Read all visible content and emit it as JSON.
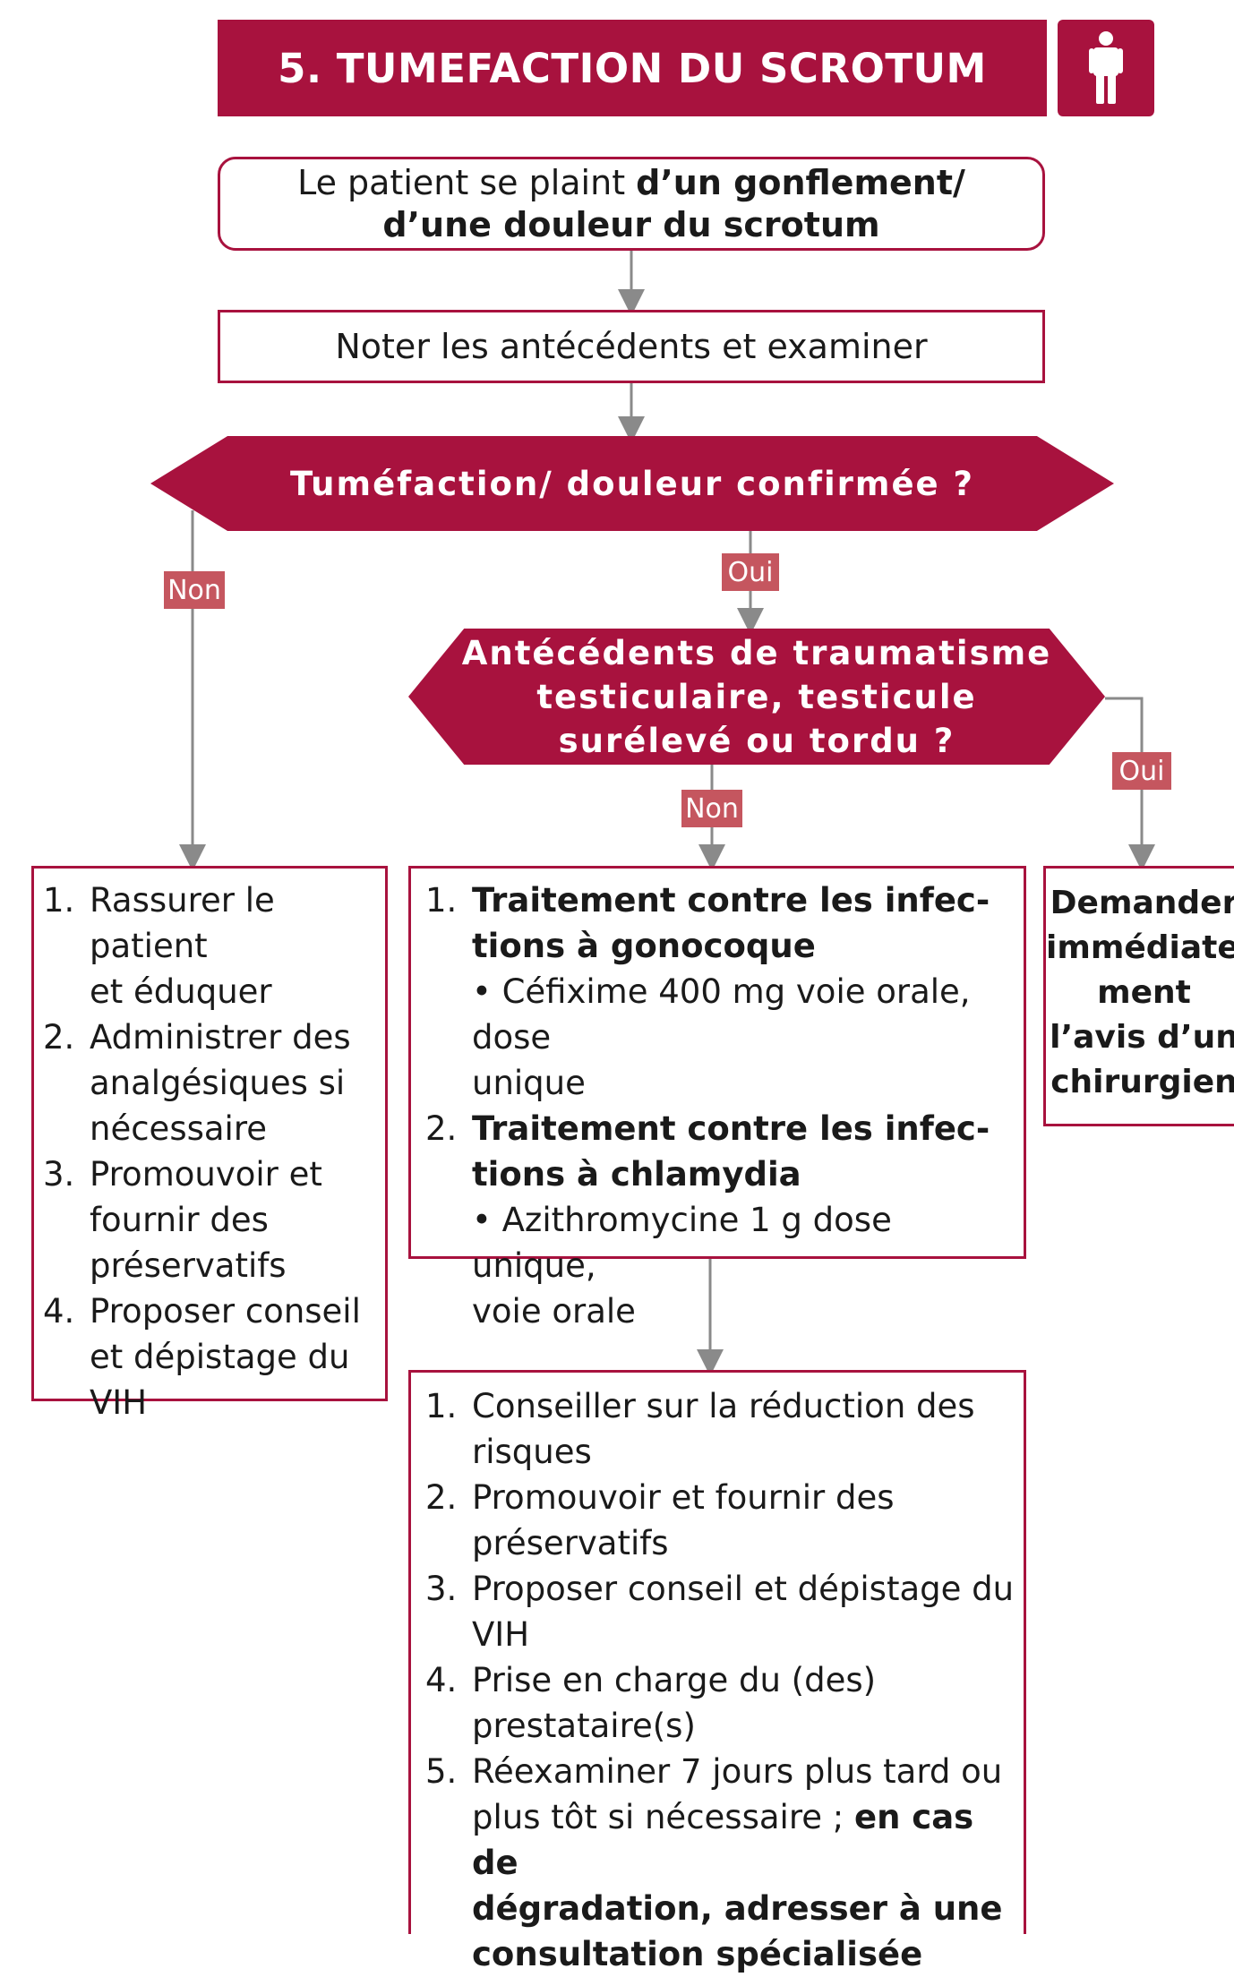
{
  "header": {
    "title": "5. TUMEFACTION DU SCROTUM",
    "icon": "male-person-icon"
  },
  "complaint": {
    "prefix": "Le patient se plaint ",
    "bold_line1": "d’un gonflement/",
    "bold_line2": "d’une douleur du scrotum"
  },
  "exam": {
    "label": "Noter les antécédents et examiner"
  },
  "decision1": {
    "label": "Tuméfaction/ douleur confirmée ?"
  },
  "decision2": {
    "line1": "Antécédents de traumatisme",
    "line2": "testiculaire, testicule",
    "line3": "surélevé ou tordu ?"
  },
  "tags": {
    "non_left": "Non",
    "oui_center": "Oui",
    "oui_right": "Oui",
    "non_center": "Non"
  },
  "left_box": {
    "items": [
      {
        "num": "1.",
        "line1": "Rassurer le patient",
        "line2": "et éduquer"
      },
      {
        "num": "2.",
        "line1": "Administrer des",
        "line2": "analgésiques si",
        "line3": "nécessaire"
      },
      {
        "num": "3.",
        "line1": "Promouvoir et",
        "line2": "fournir des",
        "line3": "préservatifs"
      },
      {
        "num": "4.",
        "line1": "Proposer conseil",
        "line2": "et dépistage du",
        "line3": "VIH"
      }
    ]
  },
  "middle_box": {
    "items": [
      {
        "num": "1.",
        "bold1": "Traitement contre les infec-",
        "bold2": "tions à gonocoque",
        "detail1": "• Céfixime 400 mg voie orale, dose",
        "detail2": "unique"
      },
      {
        "num": "2.",
        "bold1": "Traitement contre les infec-",
        "bold2": "tions à chlamydia",
        "detail1": "• Azithromycine 1 g dose unique,",
        "detail2": "voie orale"
      }
    ]
  },
  "right_box": {
    "line1": "Demander",
    "line2": "immédiate-",
    "line3": "ment",
    "line4": "l’avis d’un",
    "line5": "chirurgien"
  },
  "bottom_box": {
    "items": [
      {
        "num": "1.",
        "line1": "Conseiller sur la réduction des",
        "line2": "risques"
      },
      {
        "num": "2.",
        "line1": "Promouvoir et fournir des",
        "line2": "préservatifs"
      },
      {
        "num": "3.",
        "line1": "Proposer conseil et dépistage du",
        "line2": "VIH"
      },
      {
        "num": "4.",
        "line1": "Prise en charge du (des)",
        "line2": "prestataire(s)"
      },
      {
        "num": "5.",
        "line1": "Réexaminer 7 jours plus tard ou",
        "line2_plain": "plus tôt si nécessaire ; ",
        "line2_bold": "en cas de",
        "line3_bold": "dégradation, adresser à une",
        "line4_bold": "consultation spécialisée"
      }
    ]
  },
  "colors": {
    "accent": "#a8123e",
    "tag": "#c5565f",
    "arrow": "#8a8a8a"
  }
}
